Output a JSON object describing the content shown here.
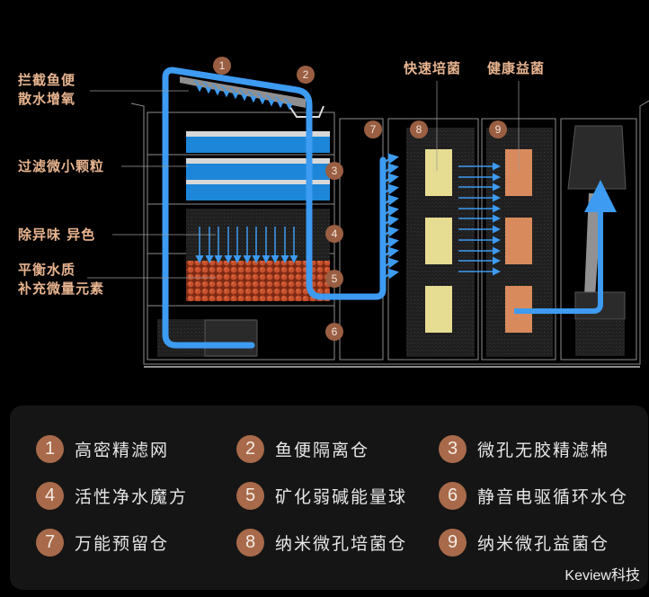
{
  "callouts": [
    {
      "id": "intercept",
      "text": "拦截鱼便\n散水增氧"
    },
    {
      "id": "filter-small",
      "text": "过滤微小颗粒"
    },
    {
      "id": "deodorize",
      "text": "除异味 异色"
    },
    {
      "id": "balance",
      "text": "平衡水质\n补充微量元素"
    }
  ],
  "top_captions": [
    {
      "id": "fast-bacteria",
      "text": "快速培菌"
    },
    {
      "id": "healthy-bacteria",
      "text": "健康益菌"
    }
  ],
  "diagram_badges": [
    "1",
    "2",
    "3",
    "4",
    "5",
    "6",
    "7",
    "8",
    "9"
  ],
  "legend": {
    "items": [
      {
        "num": "1",
        "label": "高密精滤网"
      },
      {
        "num": "2",
        "label": "鱼便隔离仓"
      },
      {
        "num": "3",
        "label": "微孔无胶精滤棉"
      },
      {
        "num": "4",
        "label": "活性净水魔方"
      },
      {
        "num": "5",
        "label": "矿化弱碱能量球"
      },
      {
        "num": "6",
        "label": "静音电驱循环水仓"
      },
      {
        "num": "7",
        "label": "万能预留仓"
      },
      {
        "num": "8",
        "label": "纳米微孔培菌仓"
      },
      {
        "num": "9",
        "label": "纳米微孔益菌仓"
      }
    ]
  },
  "watermark": "Keview科技",
  "colors": {
    "accent_text": "#e8b490",
    "badge": "#9a5e42",
    "flow_blue": "#3d9bf2",
    "sponge_blue": "#1d86d8",
    "ceramic_orange": "#c24a28",
    "bio_yellow": "#e6dc92",
    "bio_orange": "#d98a5c"
  }
}
